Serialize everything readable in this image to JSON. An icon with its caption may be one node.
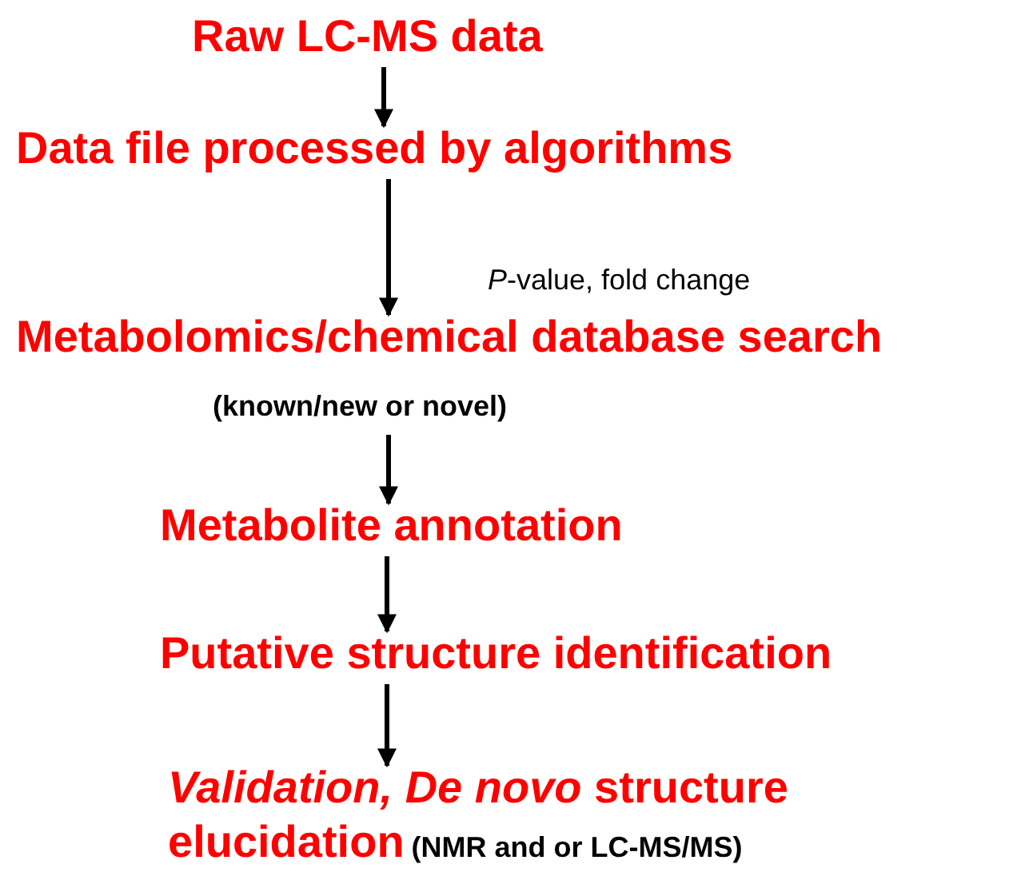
{
  "diagram": {
    "nodes": [
      {
        "text": [
          "Raw LC-MS data"
        ]
      },
      {
        "text": [
          "Data file processed by algorithms"
        ]
      },
      {
        "text": [
          "Metabolomics/chemical database search"
        ],
        "beside": [
          "(known/new or novel)"
        ]
      },
      {
        "text": [
          "Metabolite annotation"
        ]
      },
      {
        "text": [
          "Putative structure identification"
        ]
      },
      {
        "text": [
          "*Validation, De novo* structure elucidation"
        ],
        "beside": [
          "(NMR and or LC-MS/MS)"
        ]
      }
    ],
    "edges": [
      {
        "from": 0,
        "to": 1,
        "arrow": "to"
      },
      {
        "from": 1,
        "to": 2,
        "arrow": "to",
        "label": "*P*-value, fold change"
      },
      {
        "from": 2,
        "to": 3,
        "arrow": "to"
      },
      {
        "from": 3,
        "to": 4,
        "arrow": "to"
      },
      {
        "from": 4,
        "to": 5,
        "arrow": "to"
      }
    ]
  }
}
